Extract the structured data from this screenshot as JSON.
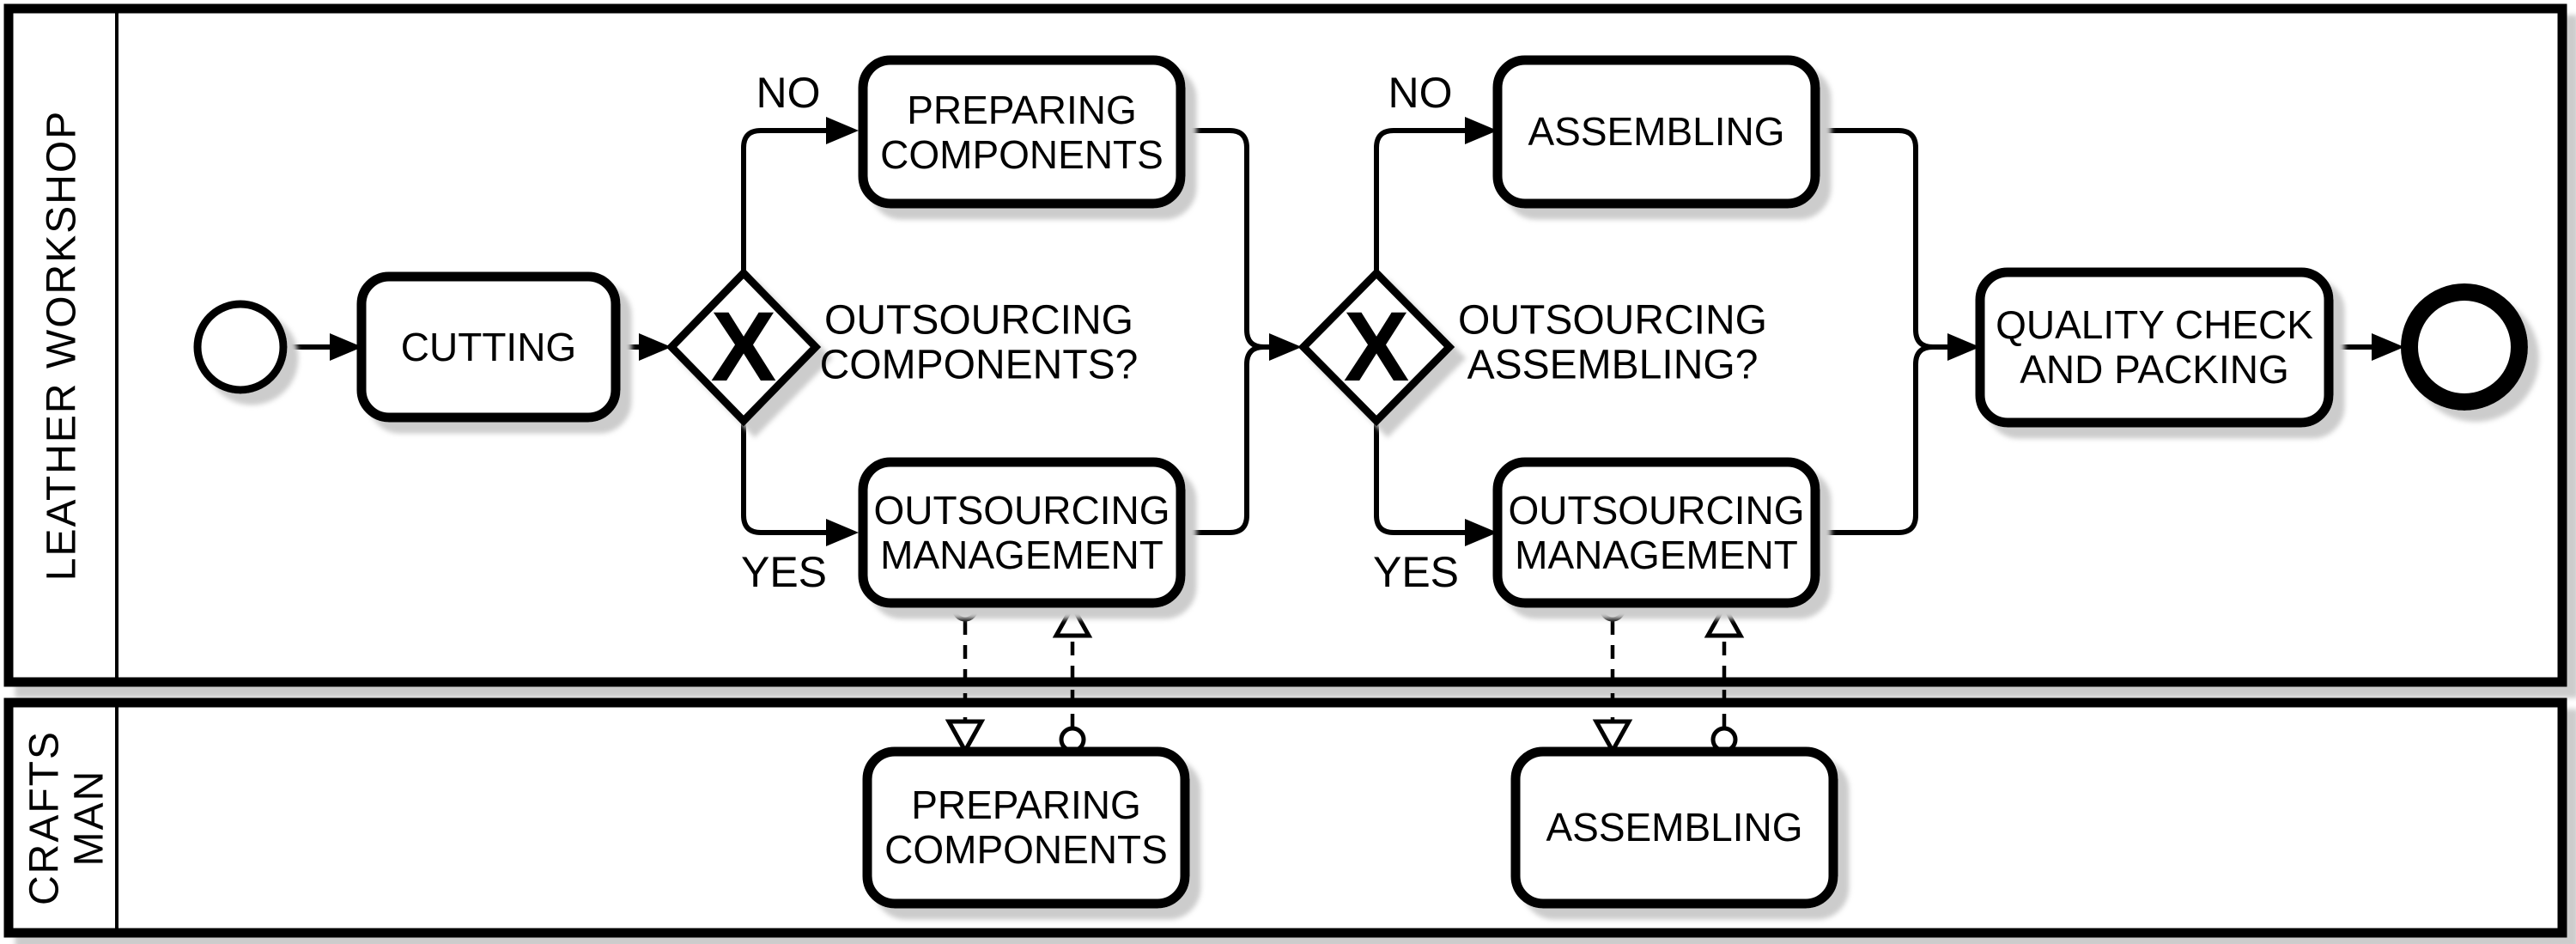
{
  "pools": {
    "workshop": {
      "label": "LEATHER WORKSHOP"
    },
    "craftsman": {
      "line1": "CRAFTS",
      "line2": "MAN"
    }
  },
  "events": {
    "start": {
      "name": "start-event"
    },
    "end": {
      "name": "end-event"
    }
  },
  "tasks": {
    "cutting": {
      "label": "CUTTING"
    },
    "preparing_top": {
      "line1": "PREPARING",
      "line2": "COMPONENTS"
    },
    "outsourcing_mgmt_1": {
      "line1": "OUTSOURCING",
      "line2": "MANAGEMENT"
    },
    "assembling_top": {
      "label": "ASSEMBLING"
    },
    "outsourcing_mgmt_2": {
      "line1": "OUTSOURCING",
      "line2": "MANAGEMENT"
    },
    "quality_check": {
      "line1": "QUALITY CHECK",
      "line2": "AND PACKING"
    },
    "preparing_bottom": {
      "line1": "PREPARING",
      "line2": "COMPONENTS"
    },
    "assembling_bottom": {
      "label": "ASSEMBLING"
    }
  },
  "gateways": {
    "components": {
      "symbol": "X",
      "question_line1": "OUTSOURCING",
      "question_line2": "COMPONENTS?",
      "no_label": "NO",
      "yes_label": "YES"
    },
    "assembling": {
      "symbol": "X",
      "question_line1": "OUTSOURCING",
      "question_line2": "ASSEMBLING?",
      "no_label": "NO",
      "yes_label": "YES"
    }
  },
  "colors": {
    "stroke": "#000000",
    "fill": "#ffffff",
    "shadow": "#cccccc",
    "background": "#ffffff"
  }
}
